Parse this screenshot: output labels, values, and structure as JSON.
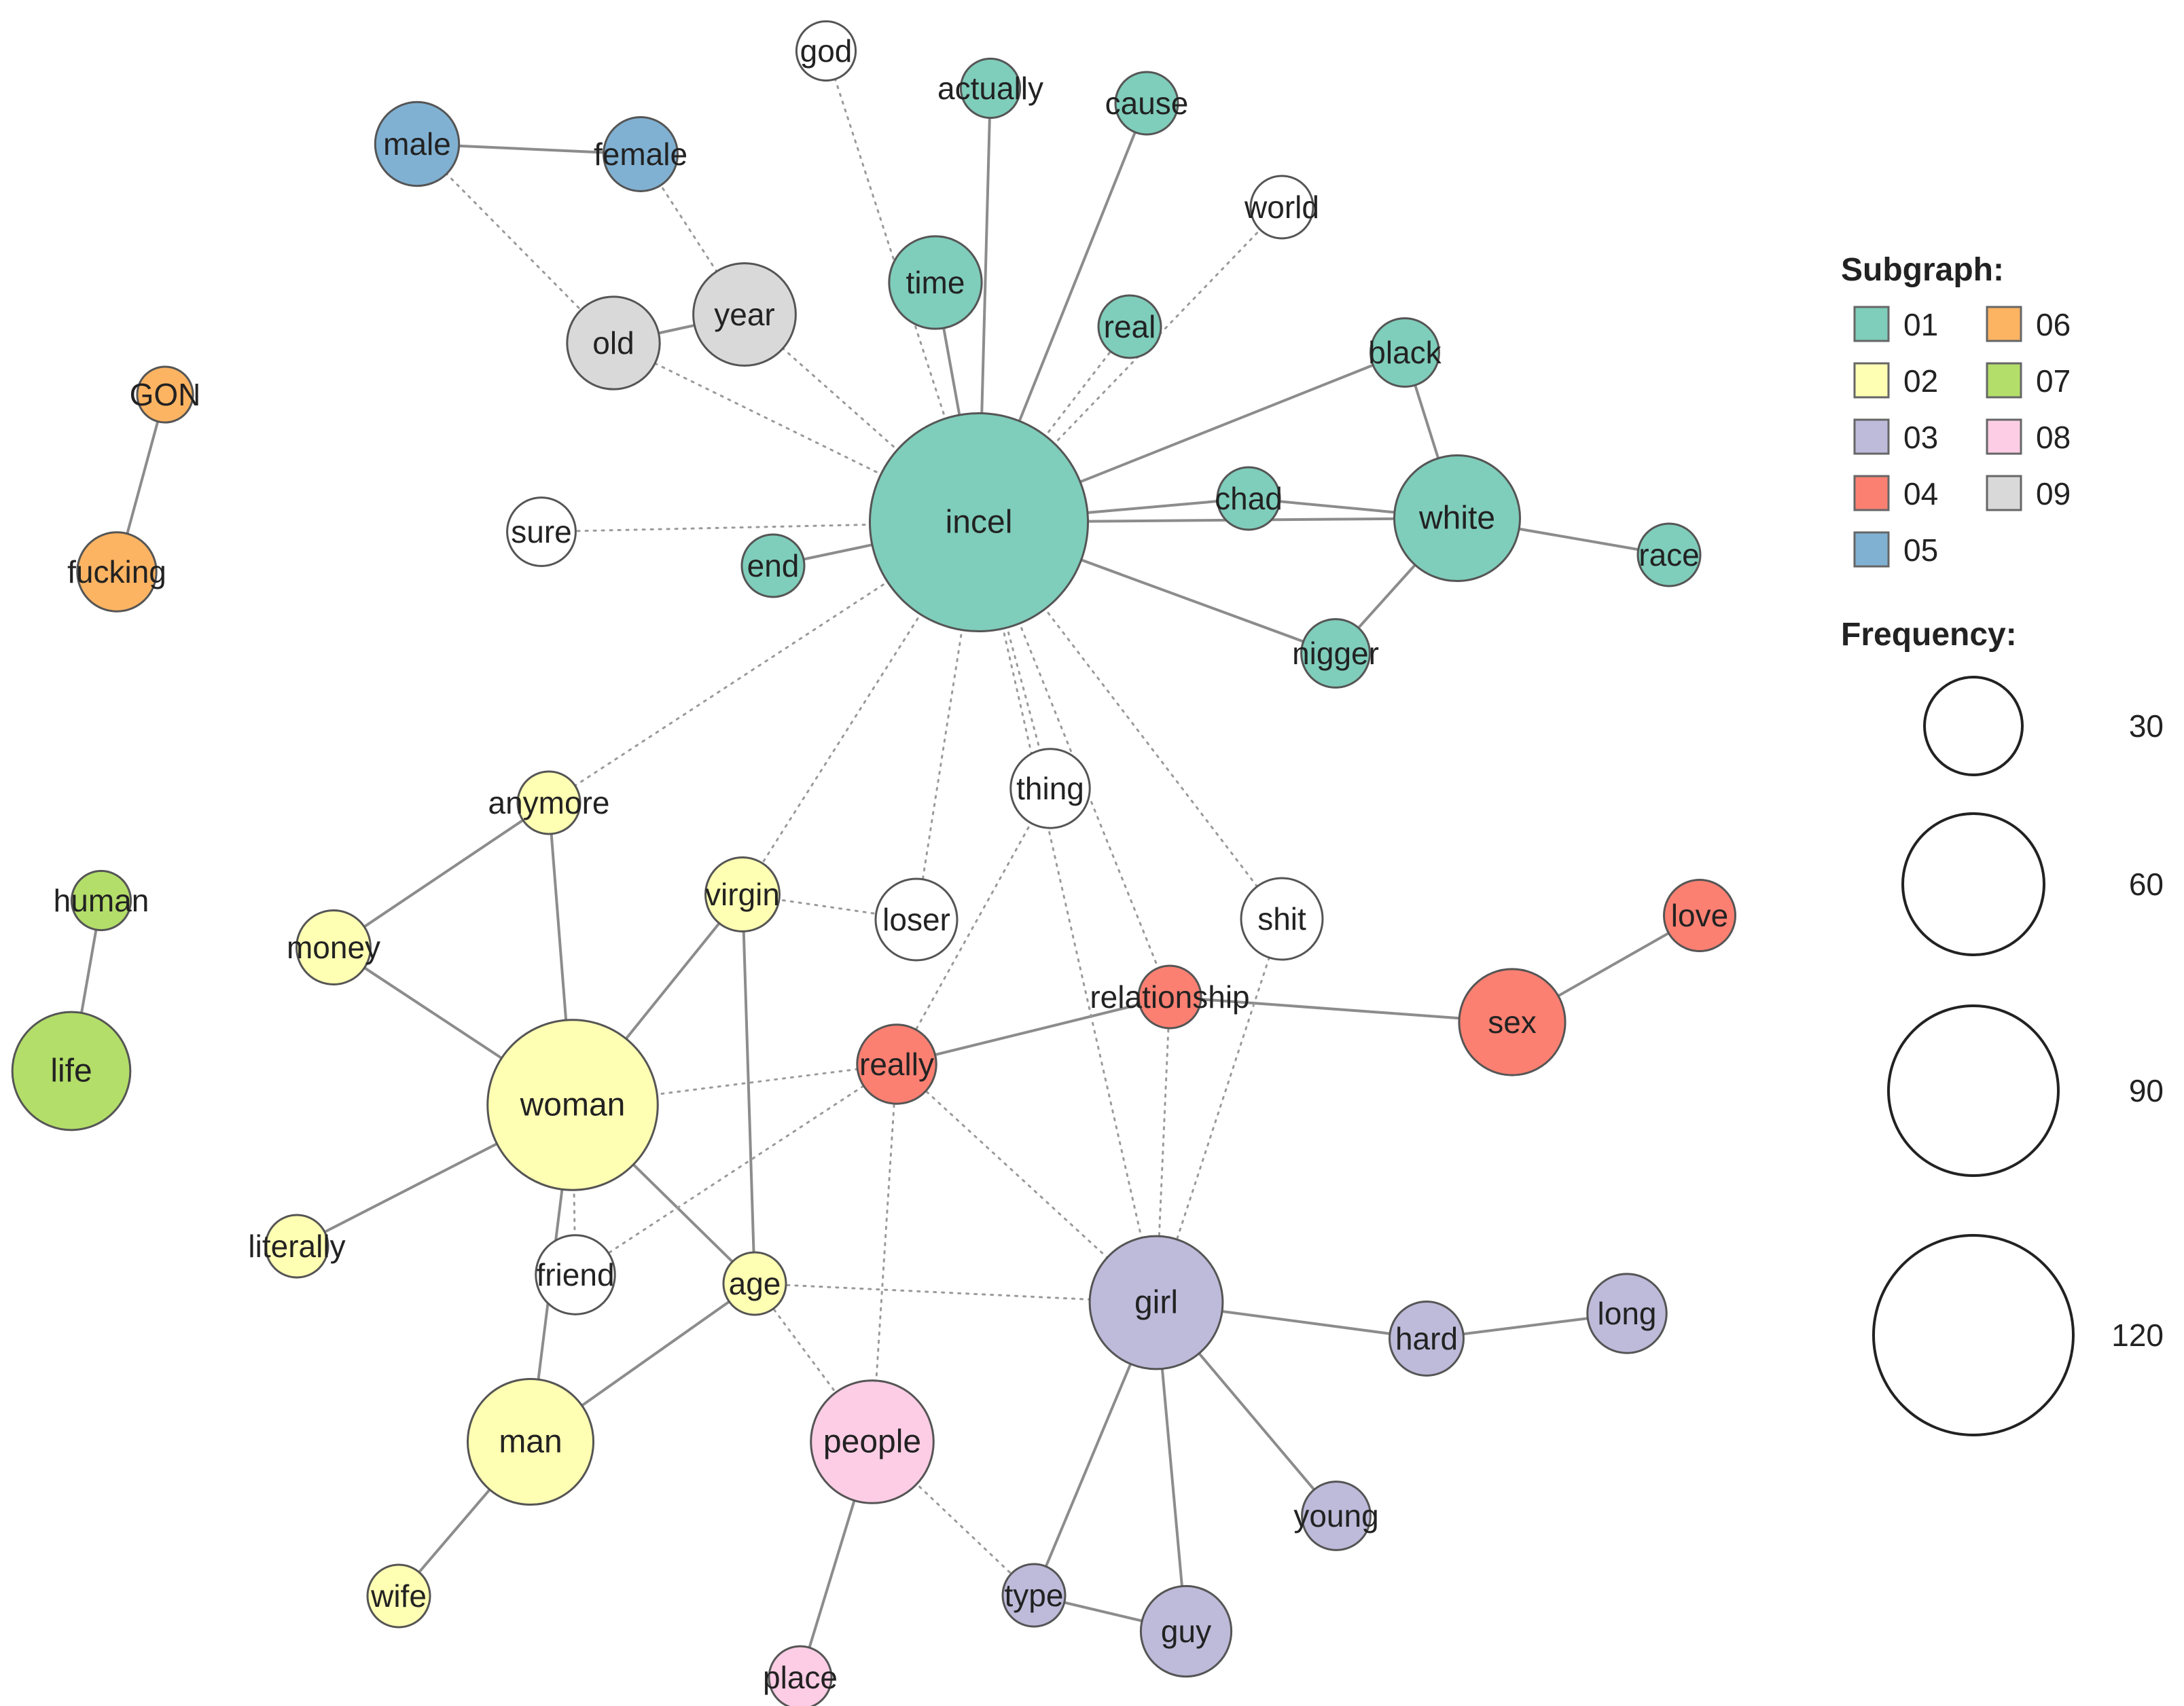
{
  "legend": {
    "subgraph_title": "Subgraph:",
    "frequency_title": "Frequency:",
    "subgraphs": [
      {
        "id": "01",
        "color": "#7fcdbb"
      },
      {
        "id": "02",
        "color": "#ffffb3"
      },
      {
        "id": "03",
        "color": "#bebada"
      },
      {
        "id": "04",
        "color": "#fb8072"
      },
      {
        "id": "05",
        "color": "#80b1d3"
      },
      {
        "id": "06",
        "color": "#fdb462"
      },
      {
        "id": "07",
        "color": "#b3de69"
      },
      {
        "id": "08",
        "color": "#fccde5"
      },
      {
        "id": "09",
        "color": "#d9d9d9"
      }
    ],
    "frequencies": [
      "30",
      "60",
      "90",
      "120"
    ]
  },
  "nodes": [
    {
      "id": "incel",
      "label": "incel",
      "group": "01",
      "freq": 125
    },
    {
      "id": "god",
      "label": "god",
      "group": null,
      "freq": 8
    },
    {
      "id": "actually",
      "label": "actually",
      "group": "01",
      "freq": 8
    },
    {
      "id": "cause",
      "label": "cause",
      "group": "01",
      "freq": 9
    },
    {
      "id": "world",
      "label": "world",
      "group": null,
      "freq": 9
    },
    {
      "id": "male",
      "label": "male",
      "group": "05",
      "freq": 17
    },
    {
      "id": "female",
      "label": "female",
      "group": "05",
      "freq": 13
    },
    {
      "id": "time",
      "label": "time",
      "group": "01",
      "freq": 21
    },
    {
      "id": "real",
      "label": "real",
      "group": "01",
      "freq": 9
    },
    {
      "id": "year",
      "label": "year",
      "group": "09",
      "freq": 26
    },
    {
      "id": "old",
      "label": "old",
      "group": "09",
      "freq": 21
    },
    {
      "id": "black",
      "label": "black",
      "group": "01",
      "freq": 11
    },
    {
      "id": "GON",
      "label": "GON",
      "group": "06",
      "freq": 7
    },
    {
      "id": "fucking",
      "label": "fucking",
      "group": "06",
      "freq": 15
    },
    {
      "id": "chad",
      "label": "chad",
      "group": "01",
      "freq": 9
    },
    {
      "id": "white",
      "label": "white",
      "group": "01",
      "freq": 40
    },
    {
      "id": "race",
      "label": "race",
      "group": "01",
      "freq": 9
    },
    {
      "id": "sure",
      "label": "sure",
      "group": null,
      "freq": 11
    },
    {
      "id": "end",
      "label": "end",
      "group": "01",
      "freq": 9
    },
    {
      "id": "nigger",
      "label": "nigger",
      "group": "01",
      "freq": 11
    },
    {
      "id": "thing",
      "label": "thing",
      "group": null,
      "freq": 15
    },
    {
      "id": "anymore",
      "label": "anymore",
      "group": "02",
      "freq": 9
    },
    {
      "id": "virgin",
      "label": "virgin",
      "group": "02",
      "freq": 13
    },
    {
      "id": "loser",
      "label": "loser",
      "group": null,
      "freq": 16
    },
    {
      "id": "shit",
      "label": "shit",
      "group": null,
      "freq": 16
    },
    {
      "id": "love",
      "label": "love",
      "group": "04",
      "freq": 12
    },
    {
      "id": "human",
      "label": "human",
      "group": "07",
      "freq": 8
    },
    {
      "id": "money",
      "label": "money",
      "group": "02",
      "freq": 13
    },
    {
      "id": "relationship",
      "label": "relationship",
      "group": "04",
      "freq": 9
    },
    {
      "id": "sex",
      "label": "sex",
      "group": "04",
      "freq": 28
    },
    {
      "id": "life",
      "label": "life",
      "group": "07",
      "freq": 35
    },
    {
      "id": "really",
      "label": "really",
      "group": "04",
      "freq": 15
    },
    {
      "id": "woman",
      "label": "woman",
      "group": "02",
      "freq": 75
    },
    {
      "id": "literally",
      "label": "literally",
      "group": "02",
      "freq": 9
    },
    {
      "id": "friend",
      "label": "friend",
      "group": null,
      "freq": 15
    },
    {
      "id": "age",
      "label": "age",
      "group": "02",
      "freq": 9
    },
    {
      "id": "girl",
      "label": "girl",
      "group": "03",
      "freq": 45
    },
    {
      "id": "hard",
      "label": "hard",
      "group": "03",
      "freq": 13
    },
    {
      "id": "long",
      "label": "long",
      "group": "03",
      "freq": 15
    },
    {
      "id": "man",
      "label": "man",
      "group": "02",
      "freq": 40
    },
    {
      "id": "people",
      "label": "people",
      "group": "08",
      "freq": 38
    },
    {
      "id": "young",
      "label": "young",
      "group": "03",
      "freq": 11
    },
    {
      "id": "wife",
      "label": "wife",
      "group": "02",
      "freq": 9
    },
    {
      "id": "type",
      "label": "type",
      "group": "03",
      "freq": 9
    },
    {
      "id": "guy",
      "label": "guy",
      "group": "03",
      "freq": 20
    },
    {
      "id": "place",
      "label": "place",
      "group": "08",
      "freq": 9
    }
  ],
  "edges": [
    {
      "source": "male",
      "target": "female",
      "style": "solid"
    },
    {
      "source": "old",
      "target": "year",
      "style": "solid"
    },
    {
      "source": "GON",
      "target": "fucking",
      "style": "solid"
    },
    {
      "source": "human",
      "target": "life",
      "style": "solid"
    },
    {
      "source": "incel",
      "target": "actually",
      "style": "solid"
    },
    {
      "source": "incel",
      "target": "cause",
      "style": "solid"
    },
    {
      "source": "incel",
      "target": "time",
      "style": "solid"
    },
    {
      "source": "incel",
      "target": "black",
      "style": "solid"
    },
    {
      "source": "incel",
      "target": "chad",
      "style": "solid"
    },
    {
      "source": "incel",
      "target": "white",
      "style": "solid"
    },
    {
      "source": "incel",
      "target": "end",
      "style": "solid"
    },
    {
      "source": "incel",
      "target": "nigger",
      "style": "solid"
    },
    {
      "source": "chad",
      "target": "white",
      "style": "solid"
    },
    {
      "source": "black",
      "target": "white",
      "style": "solid"
    },
    {
      "source": "white",
      "target": "race",
      "style": "solid"
    },
    {
      "source": "white",
      "target": "nigger",
      "style": "solid"
    },
    {
      "source": "woman",
      "target": "anymore",
      "style": "solid"
    },
    {
      "source": "woman",
      "target": "money",
      "style": "solid"
    },
    {
      "source": "anymore",
      "target": "money",
      "style": "solid"
    },
    {
      "source": "woman",
      "target": "virgin",
      "style": "solid"
    },
    {
      "source": "woman",
      "target": "literally",
      "style": "solid"
    },
    {
      "source": "woman",
      "target": "man",
      "style": "solid"
    },
    {
      "source": "woman",
      "target": "age",
      "style": "solid"
    },
    {
      "source": "virgin",
      "target": "age",
      "style": "solid"
    },
    {
      "source": "age",
      "target": "man",
      "style": "solid"
    },
    {
      "source": "man",
      "target": "wife",
      "style": "solid"
    },
    {
      "source": "really",
      "target": "relationship",
      "style": "solid"
    },
    {
      "source": "relationship",
      "target": "sex",
      "style": "solid"
    },
    {
      "source": "sex",
      "target": "love",
      "style": "solid"
    },
    {
      "source": "girl",
      "target": "hard",
      "style": "solid"
    },
    {
      "source": "hard",
      "target": "long",
      "style": "solid"
    },
    {
      "source": "girl",
      "target": "young",
      "style": "solid"
    },
    {
      "source": "girl",
      "target": "type",
      "style": "solid"
    },
    {
      "source": "girl",
      "target": "guy",
      "style": "solid"
    },
    {
      "source": "type",
      "target": "guy",
      "style": "solid"
    },
    {
      "source": "people",
      "target": "place",
      "style": "solid"
    },
    {
      "source": "incel",
      "target": "god",
      "style": "dotted"
    },
    {
      "source": "incel",
      "target": "world",
      "style": "dotted"
    },
    {
      "source": "incel",
      "target": "real",
      "style": "dotted"
    },
    {
      "source": "incel",
      "target": "year",
      "style": "dotted"
    },
    {
      "source": "incel",
      "target": "old",
      "style": "dotted"
    },
    {
      "source": "incel",
      "target": "sure",
      "style": "dotted"
    },
    {
      "source": "incel",
      "target": "anymore",
      "style": "dotted"
    },
    {
      "source": "incel",
      "target": "virgin",
      "style": "dotted"
    },
    {
      "source": "incel",
      "target": "loser",
      "style": "dotted"
    },
    {
      "source": "incel",
      "target": "thing",
      "style": "dotted"
    },
    {
      "source": "incel",
      "target": "shit",
      "style": "dotted"
    },
    {
      "source": "incel",
      "target": "relationship",
      "style": "dotted"
    },
    {
      "source": "incel",
      "target": "girl",
      "style": "dotted"
    },
    {
      "source": "male",
      "target": "old",
      "style": "dotted"
    },
    {
      "source": "female",
      "target": "year",
      "style": "dotted"
    },
    {
      "source": "virgin",
      "target": "loser",
      "style": "dotted"
    },
    {
      "source": "woman",
      "target": "really",
      "style": "dotted"
    },
    {
      "source": "woman",
      "target": "friend",
      "style": "dotted"
    },
    {
      "source": "friend",
      "target": "really",
      "style": "dotted"
    },
    {
      "source": "really",
      "target": "thing",
      "style": "dotted"
    },
    {
      "source": "really",
      "target": "people",
      "style": "dotted"
    },
    {
      "source": "really",
      "target": "girl",
      "style": "dotted"
    },
    {
      "source": "relationship",
      "target": "girl",
      "style": "dotted"
    },
    {
      "source": "shit",
      "target": "girl",
      "style": "dotted"
    },
    {
      "source": "age",
      "target": "girl",
      "style": "dotted"
    },
    {
      "source": "age",
      "target": "people",
      "style": "dotted"
    },
    {
      "source": "people",
      "target": "type",
      "style": "dotted"
    }
  ]
}
